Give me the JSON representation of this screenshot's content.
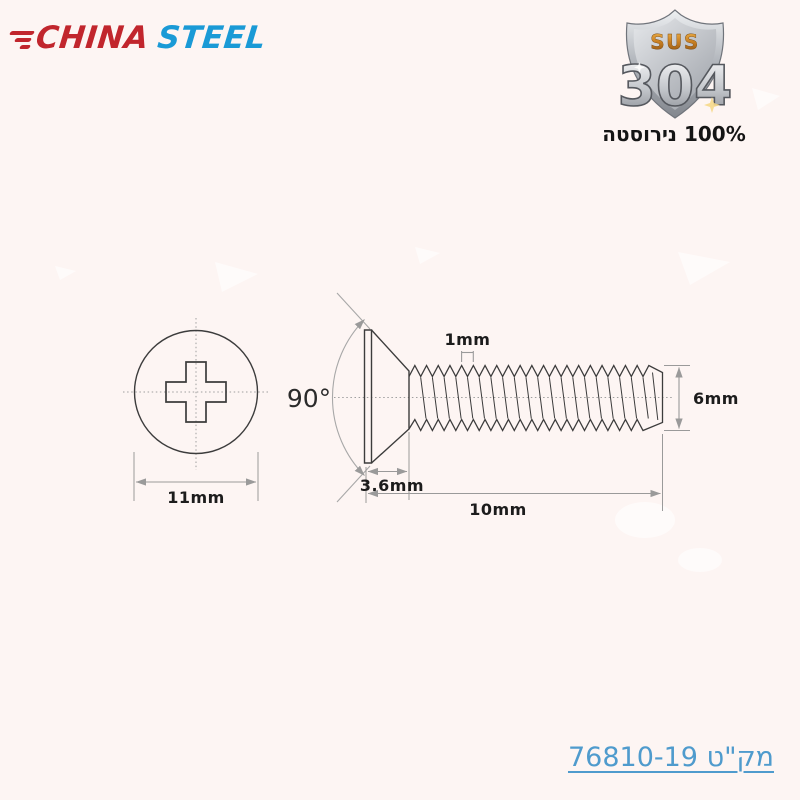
{
  "brand": {
    "name_part1": "CHINA",
    "name_part2": "STEEL",
    "color_part1": "#c1262d",
    "color_part2": "#1a9ad6"
  },
  "badge": {
    "material_standard": "SUS",
    "material_grade": "304",
    "caption": "100% נירוסטה"
  },
  "drawing": {
    "dimensions": {
      "head_diameter": "11mm",
      "countersink_angle": "90°",
      "thread_pitch": "1mm",
      "head_height": "3.6mm",
      "thread_diameter": "6mm",
      "total_length": "10mm"
    }
  },
  "footer": {
    "sku_label": "מק\"ט 76810-19"
  },
  "colors": {
    "background": "#fdf5f3",
    "drawing_line": "#3c3c3c",
    "dimension_line": "#9a9a9a",
    "sku_link": "#4f9bcd"
  }
}
